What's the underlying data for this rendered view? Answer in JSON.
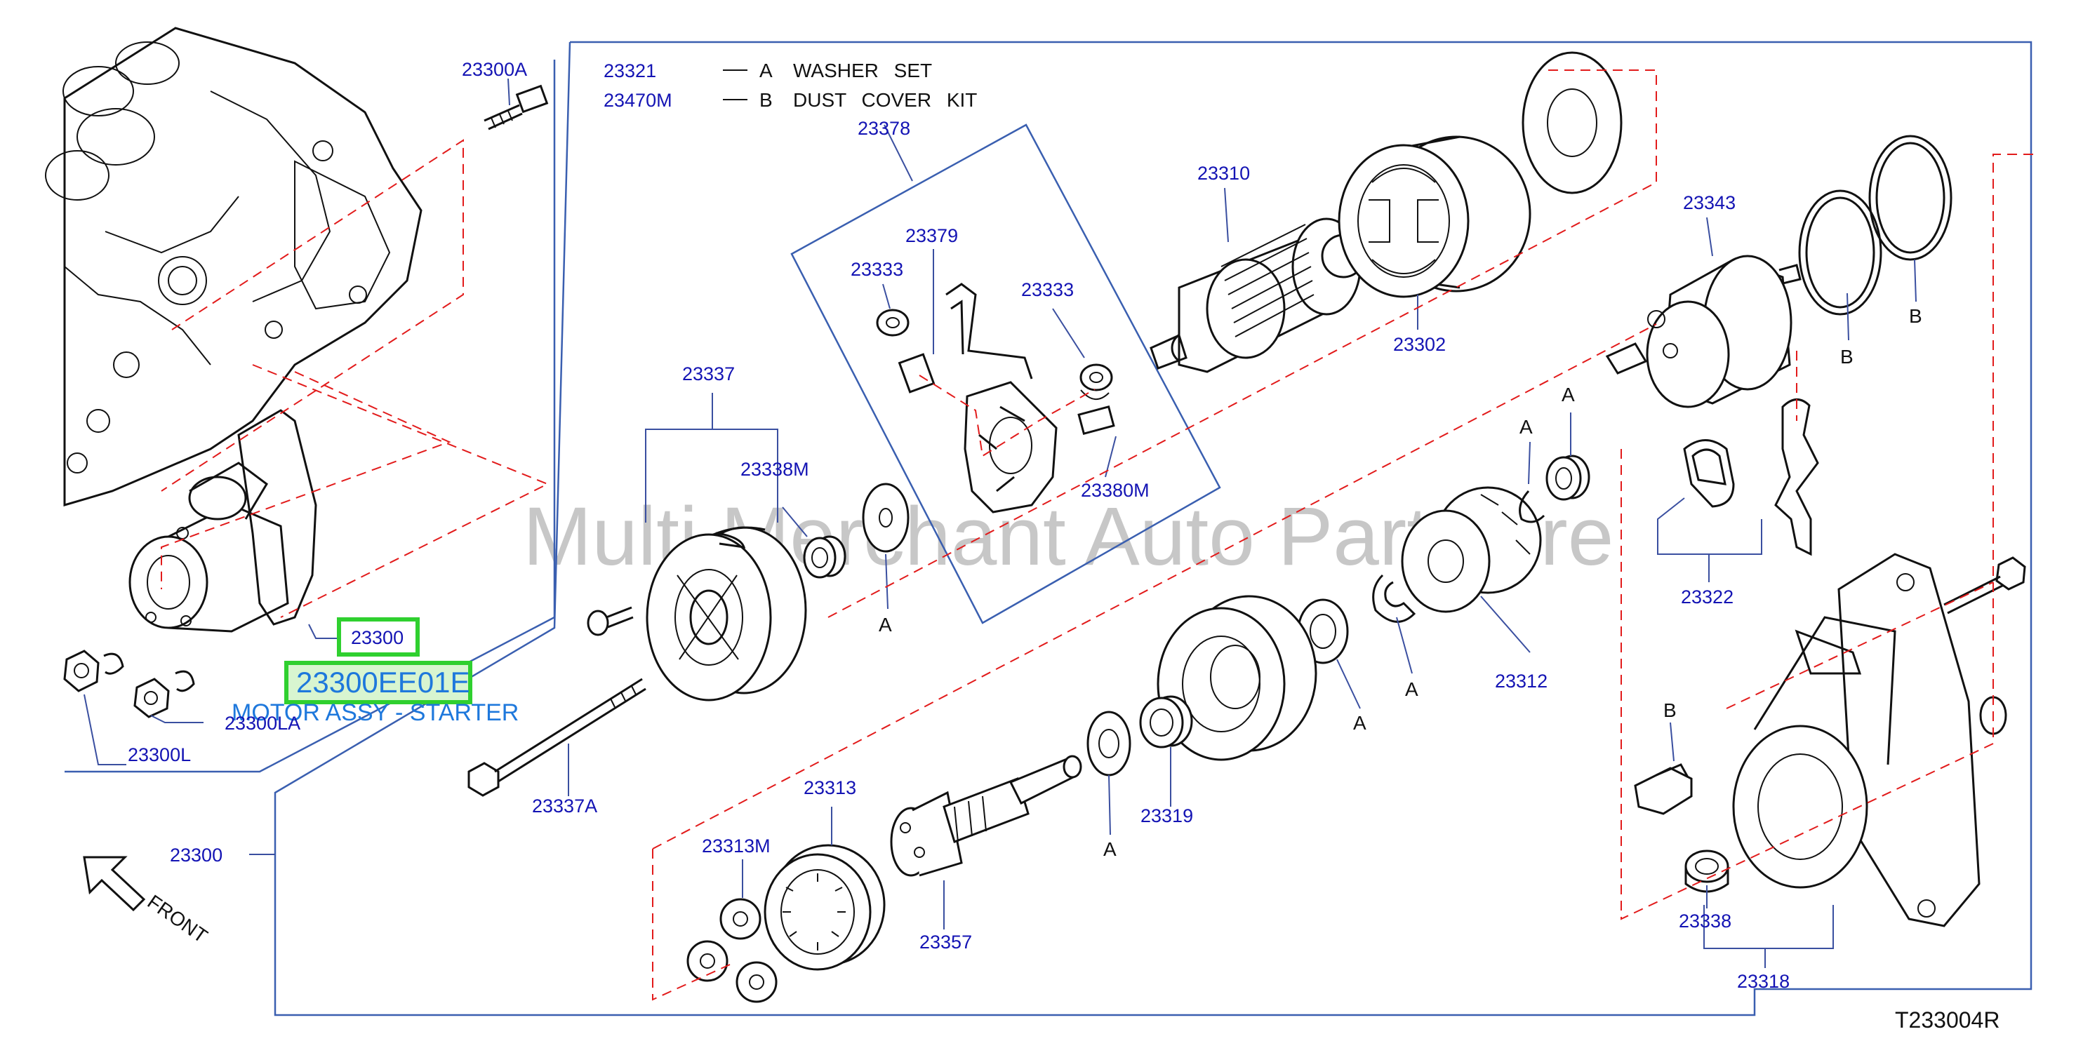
{
  "diagram": {
    "drawing_code": "T233004R",
    "watermark": "Multi Merchant Auto Partstore",
    "front_label": "FRONT",
    "legend": [
      {
        "code": "23321",
        "letter": "A",
        "description": "WASHER SET"
      },
      {
        "code": "23470M",
        "letter": "B",
        "description": "DUST COVER KIT"
      }
    ],
    "highlight": {
      "part_number": "23300EE01E",
      "description": "MOTOR ASSY - STARTER",
      "callout": "23300"
    },
    "labels": {
      "l23300A": "23300A",
      "l23300_main": "23300",
      "l23300LA": "23300LA",
      "l23300L": "23300L",
      "l23300_frame": "23300",
      "l23378": "23378",
      "l23379": "23379",
      "l23333a": "23333",
      "l23333b": "23333",
      "l23380M": "23380M",
      "l23337": "23337",
      "l23338M": "23338M",
      "l23337A": "23337A",
      "l23310": "23310",
      "l23302": "23302",
      "l23343": "23343",
      "l23312": "23312",
      "l23319": "23319",
      "l23313": "23313",
      "l23313M": "23313M",
      "l23357": "23357",
      "l23322": "23322",
      "l23338": "23338",
      "l23318": "23318",
      "A1": "A",
      "A2": "A",
      "A3": "A",
      "A4": "A",
      "A5": "A",
      "A6": "A",
      "B1": "B",
      "B2": "B",
      "B3": "B"
    }
  }
}
